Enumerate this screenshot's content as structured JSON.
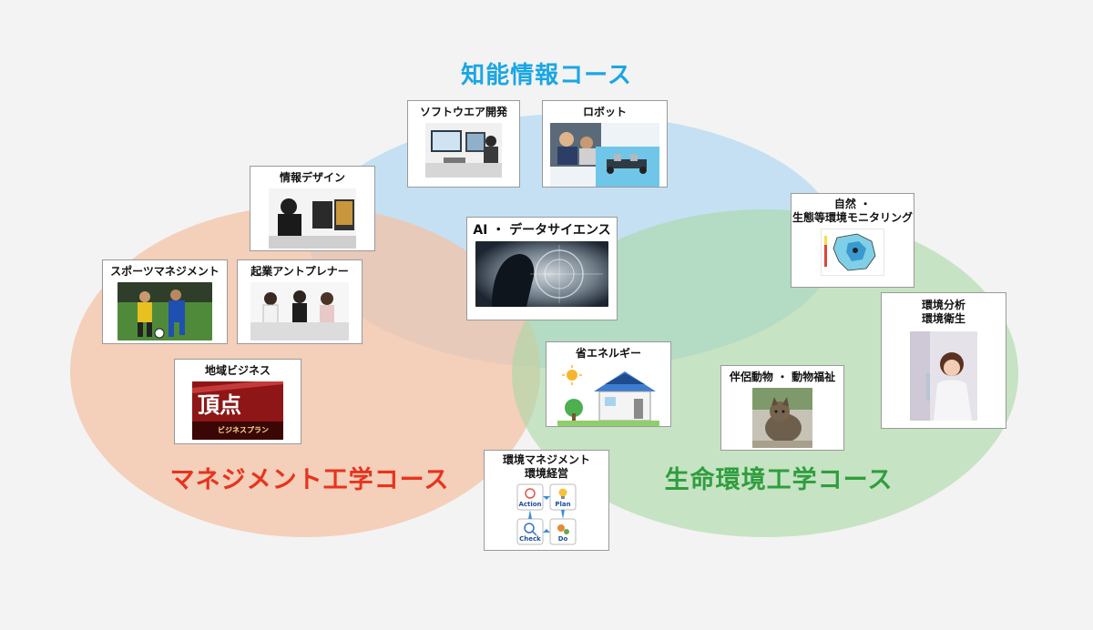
{
  "courses": {
    "joho": "知能情報コース",
    "management": "マネジメント工学コース",
    "kankyo": "生命環境工学コース"
  },
  "colors": {
    "joho_circle": "#bcdcf2",
    "management_circle": "#f4c8b0",
    "kankyo_circle": "#bfe0bc",
    "joho_text": "#1aa6e4",
    "management_text": "#e8331e",
    "kankyo_text": "#2f9e3e"
  },
  "cards": {
    "software": "ソフトウエア開発",
    "robot": "ロボット",
    "info_design": "情報デザイン",
    "ai_data": "AI ・ データサイエンス",
    "sports": "スポーツマネジメント",
    "startup": "起業アントプレナー",
    "regional": "地域ビジネス",
    "nature_line1": "自然 ・",
    "nature_line2": "生態等環境モニタリング",
    "env_analysis_line1": "環境分析",
    "env_analysis_line2": "環境衛生",
    "energy": "省エネルギー",
    "animals": "伴侶動物 ・ 動物福祉",
    "env_mgmt_line1": "環境マネジメント",
    "env_mgmt_line2": "環境経営"
  },
  "regional_image_text": {
    "big": "頂点",
    "small": "ビジネスプラン"
  },
  "pdca": {
    "action": "Action",
    "plan": "Plan",
    "check": "Check",
    "do": "Do"
  }
}
